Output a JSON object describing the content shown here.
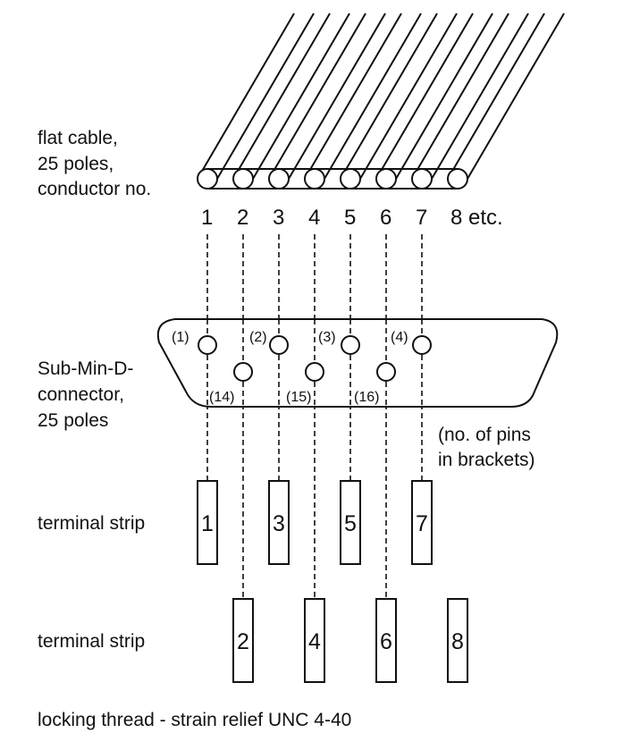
{
  "labels": {
    "flat_cable": [
      "flat cable,",
      "25 poles,",
      "conductor no."
    ],
    "connector": [
      "Sub-Min-D-",
      "connector,",
      "25 poles"
    ],
    "pins_note": [
      "(no. of pins",
      "in brackets)"
    ],
    "terminal_strip_top": "terminal strip",
    "terminal_strip_bottom": "terminal strip",
    "footer": "locking thread - strain relief UNC 4-40"
  },
  "conductors": [
    "1",
    "2",
    "3",
    "4",
    "5",
    "6",
    "7",
    "8 etc."
  ],
  "pins_top": [
    "(1)",
    "(2)",
    "(3)",
    "(4)"
  ],
  "pins_bottom": [
    "(14)",
    "(15)",
    "(16)"
  ],
  "terminals_top": [
    "1",
    "3",
    "5",
    "7"
  ],
  "terminals_bottom": [
    "2",
    "4",
    "6",
    "8"
  ]
}
